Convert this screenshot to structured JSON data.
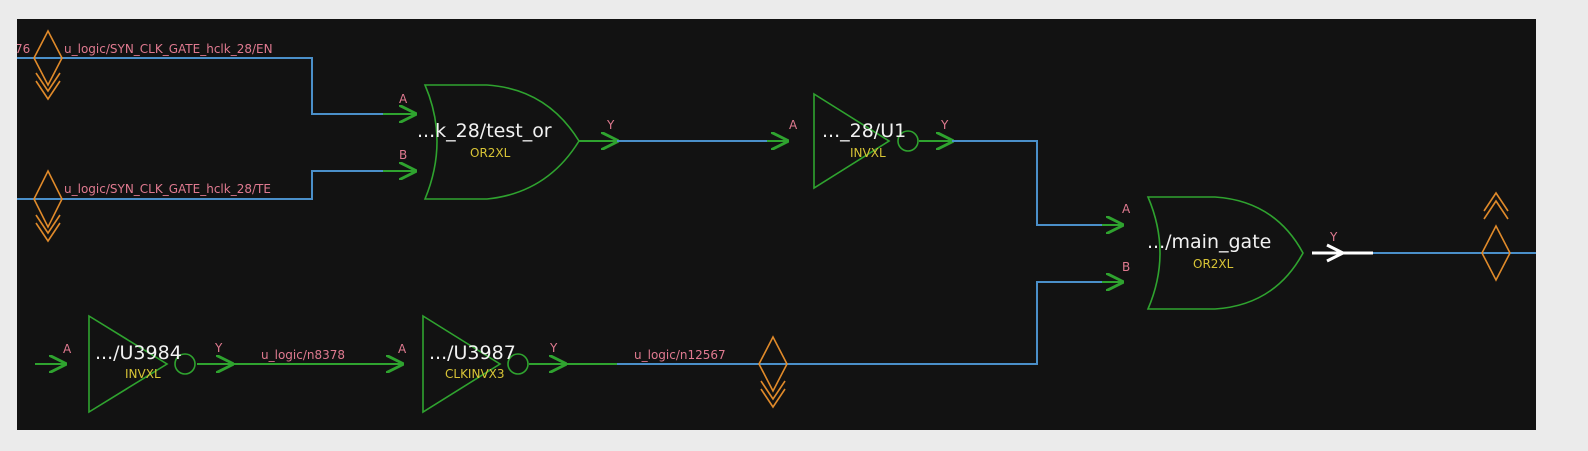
{
  "schematic": {
    "nets": {
      "en_input": "u_logic/SYN_CLK_GATE_hclk_28/EN",
      "en_input_prefix": "76",
      "te_input": "u_logic/SYN_CLK_GATE_hclk_28/TE",
      "n8378": "u_logic/n8378",
      "n12567": "u_logic/n12567"
    },
    "gates": {
      "test_or": {
        "instance": "...k_28/test_or",
        "cell": "OR2XL",
        "pin_a": "A",
        "pin_b": "B",
        "pin_y": "Y"
      },
      "u1": {
        "instance": "..._28/U1",
        "cell": "INVXL",
        "pin_a": "A",
        "pin_y": "Y"
      },
      "main_gate": {
        "instance": ".../main_gate",
        "cell": "OR2XL",
        "pin_a": "A",
        "pin_b": "B",
        "pin_y": "Y"
      },
      "u3984": {
        "instance": ".../U3984",
        "cell": "INVXL",
        "pin_a": "A",
        "pin_y": "Y"
      },
      "u3987": {
        "instance": ".../U3987",
        "cell": "CLKINVX3",
        "pin_a": "A",
        "pin_y": "Y"
      }
    },
    "colors": {
      "background": "#121212",
      "frame": "#ebebeb",
      "wire_blue": "#4a8fc9",
      "wire_green": "#2fa32f",
      "gate_outline": "#2fa32f",
      "port": "#e08a2a",
      "pin_label": "#e07a90",
      "instance_label": "#f2f2f2",
      "cell_label": "#d8c436"
    }
  }
}
